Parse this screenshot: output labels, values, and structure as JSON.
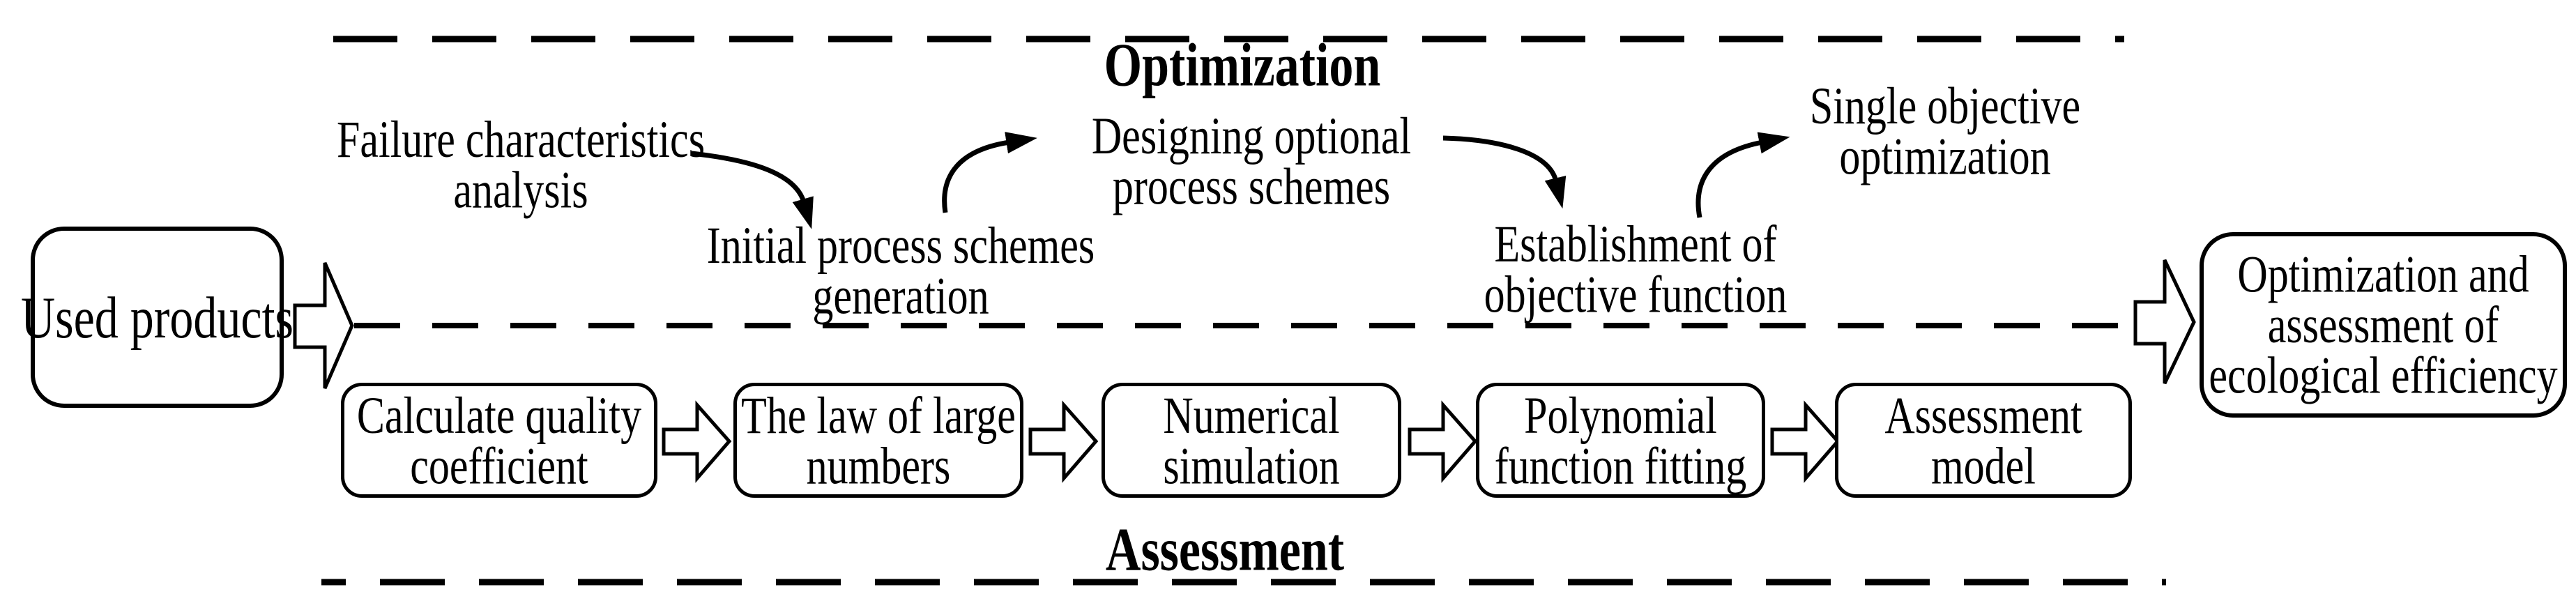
{
  "colors": {
    "ink": "#000000",
    "paper": "#ffffff"
  },
  "sections": {
    "optimization_label": "Optimization",
    "assessment_label": "Assessment"
  },
  "nodes": {
    "used_products": {
      "label": "Used products"
    },
    "result": {
      "line1": "Optimization and",
      "line2": "assessment of",
      "line3": "ecological efficiency"
    }
  },
  "optimization_flow": {
    "failure": {
      "line1": "Failure characteristics",
      "line2": "analysis"
    },
    "initial": {
      "line1": "Initial process schemes",
      "line2": "generation"
    },
    "designing": {
      "line1": "Designing optional",
      "line2": "process schemes"
    },
    "establishment": {
      "line1": "Establishment of",
      "line2": "objective function"
    },
    "single": {
      "line1": "Single objective",
      "line2": "optimization"
    }
  },
  "assessment_flow": {
    "calculate": {
      "line1": "Calculate quality",
      "line2": "coefficient"
    },
    "law": {
      "line1": "The law of large",
      "line2": "numbers"
    },
    "numerical": {
      "line1": "Numerical",
      "line2": "simulation"
    },
    "polynomial": {
      "line1": "Polynomial",
      "line2": "function fitting"
    },
    "model": {
      "line1": "Assessment",
      "line2": "model"
    }
  }
}
